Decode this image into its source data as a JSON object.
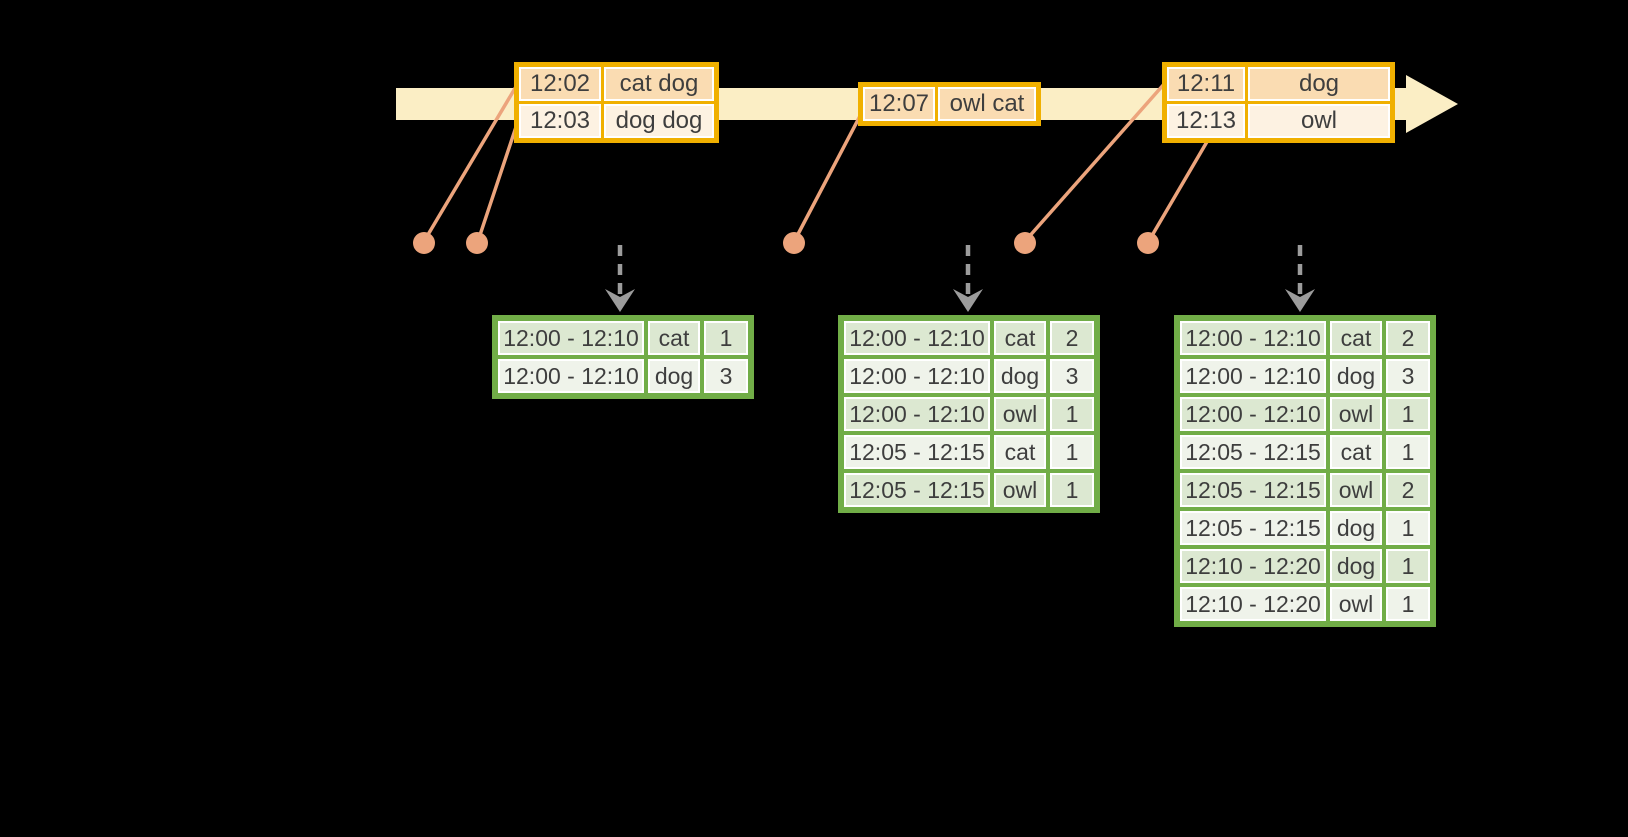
{
  "palette": {
    "background": "#000000",
    "timeline_fill": "#FBEEC5",
    "event_table_border": "#F0B000",
    "event_row_dark_bg": "#FADCB2",
    "event_row_light_bg": "#FDF2E2",
    "connector_color": "#ECA47C",
    "result_table_border": "#71AD47",
    "result_row_dark_bg": "#DCE8D1",
    "result_row_light_bg": "#EFF3EA",
    "trigger_arrow_color": "#9C9C9C",
    "cell_text_color": "#3E3E3E",
    "cell_gap_color": "#FFFFFF"
  },
  "icons": {
    "timeline_arrow": "right-arrow",
    "trigger_arrow": "dashed-down-arrow",
    "event_marker": "filled-circle"
  },
  "event_tables": [
    {
      "rows": [
        [
          "12:02",
          "cat dog"
        ],
        [
          "12:03",
          "dog dog"
        ]
      ]
    },
    {
      "rows": [
        [
          "12:07",
          "owl cat"
        ]
      ]
    },
    {
      "rows": [
        [
          "12:11",
          "dog"
        ],
        [
          "12:13",
          "owl"
        ]
      ]
    }
  ],
  "result_tables": [
    {
      "rows": [
        [
          "12:00 - 12:10",
          "cat",
          "1"
        ],
        [
          "12:00 - 12:10",
          "dog",
          "3"
        ]
      ]
    },
    {
      "rows": [
        [
          "12:00 - 12:10",
          "cat",
          "2"
        ],
        [
          "12:00 - 12:10",
          "dog",
          "3"
        ],
        [
          "12:00 - 12:10",
          "owl",
          "1"
        ],
        [
          "12:05 - 12:15",
          "cat",
          "1"
        ],
        [
          "12:05 - 12:15",
          "owl",
          "1"
        ]
      ]
    },
    {
      "rows": [
        [
          "12:00 - 12:10",
          "cat",
          "2"
        ],
        [
          "12:00 - 12:10",
          "dog",
          "3"
        ],
        [
          "12:00 - 12:10",
          "owl",
          "1"
        ],
        [
          "12:05 - 12:15",
          "cat",
          "1"
        ],
        [
          "12:05 - 12:15",
          "owl",
          "2"
        ],
        [
          "12:05 - 12:15",
          "dog",
          "1"
        ],
        [
          "12:10 - 12:20",
          "dog",
          "1"
        ],
        [
          "12:10 - 12:20",
          "owl",
          "1"
        ]
      ]
    }
  ]
}
